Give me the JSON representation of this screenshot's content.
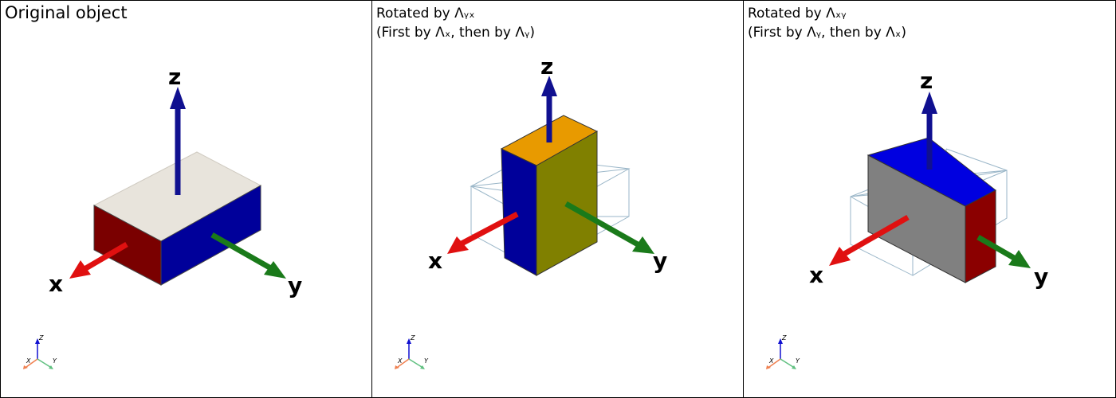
{
  "panels": [
    {
      "title": "Original object"
    },
    {
      "title_line1": "Rotated by Λᵧₓ",
      "title_line2": "(First by Λₓ, then by Λᵧ)"
    },
    {
      "title_line1": "Rotated by Λₓᵧ",
      "title_line2": "(First by Λᵧ, then by Λₓ)"
    }
  ],
  "axis_labels": {
    "x": "x",
    "y": "y",
    "z": "z"
  },
  "mini_axis_labels": {
    "x": "X",
    "y": "Y",
    "z": "Z"
  },
  "colors": {
    "x_axis": "#e01010",
    "y_axis": "#1a7a1a",
    "z_axis": "#101090",
    "face_red": "#7a0000",
    "face_blue": "#00009a",
    "face_top_original": "#e8e4dc",
    "face_orange": "#e89a00",
    "face_olive": "#808000",
    "face_gray": "#808080",
    "face_blue_bright": "#0000e0",
    "outline": "#9ab6c8"
  }
}
